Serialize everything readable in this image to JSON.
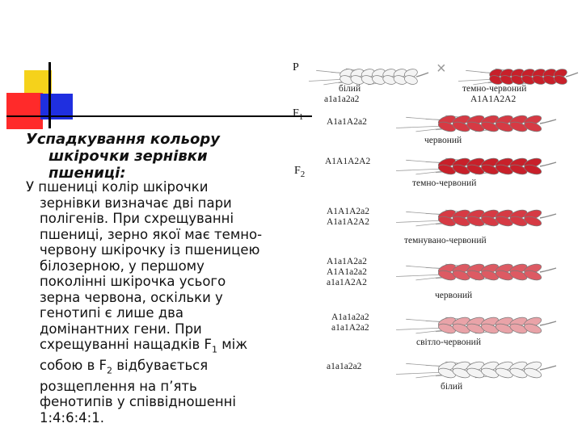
{
  "slide": {
    "title_line1": "Успадкування кольору",
    "title_line2": "шкірочки зернівки",
    "title_line3": "пшениці:",
    "body": {
      "l1": "У пшениці колір шкірочки",
      "l2": "зернівки визначає дві пари",
      "l3": "полігенів. При схрещуванні",
      "l4": "пшениці, зерно якої має темно-",
      "l5": "червону шкірочку із пшеницею",
      "l6": "білозерною, у першому",
      "l7": "поколінні шкірочка усього",
      "l8": "зерна червона, оскільки у",
      "l9": "генотипі є лише два",
      "l10": "домінантних гени. При",
      "l11a": "схрещуванні нащадків F",
      "l11sub": "1",
      "l11b": " між",
      "l12a": "собою в F",
      "l12sub": "2",
      "l12b": " відбувається",
      "l13": "розщеплення на п’ять",
      "l14": "фенотипів у співвідношенні",
      "l15": "1:4:6:4:1."
    }
  },
  "figure": {
    "p_label": "P",
    "f1_label": "F",
    "f1_sub": "1",
    "f2_label": "F",
    "f2_sub": "2",
    "cross_symbol": "×",
    "parent_white": {
      "phenotype": "білий",
      "genotype": "a1a1a2a2"
    },
    "parent_dark": {
      "phenotype": "темно-червоний",
      "genotype": "A1A1A2A2"
    },
    "f1": {
      "genotype": "A1a1A2a2",
      "phenotype": "червоний"
    },
    "f2_rows": [
      {
        "genotypes": [
          "A1A1A2A2"
        ],
        "phenotype": "темно-червоний"
      },
      {
        "genotypes": [
          "A1A1A2a2",
          "A1a1A2A2"
        ],
        "phenotype": "темнувано-червоний"
      },
      {
        "genotypes": [
          "A1a1A2a2",
          "A1A1a2a2",
          "a1a1A2A2"
        ],
        "phenotype": "червоний"
      },
      {
        "genotypes": [
          "A1a1a2a2",
          "a1a1A2a2"
        ],
        "phenotype": "світло-червоний"
      },
      {
        "genotypes": [
          "a1a1a2a2"
        ],
        "phenotype": "білий"
      }
    ],
    "colors": {
      "dark_red": "#c8202a",
      "red": "#d63a44",
      "medium_red": "#dd5a63",
      "light_red": "#e9a3a8",
      "white_grain": "#f4f4f4",
      "outline": "#7a7a7a"
    }
  }
}
